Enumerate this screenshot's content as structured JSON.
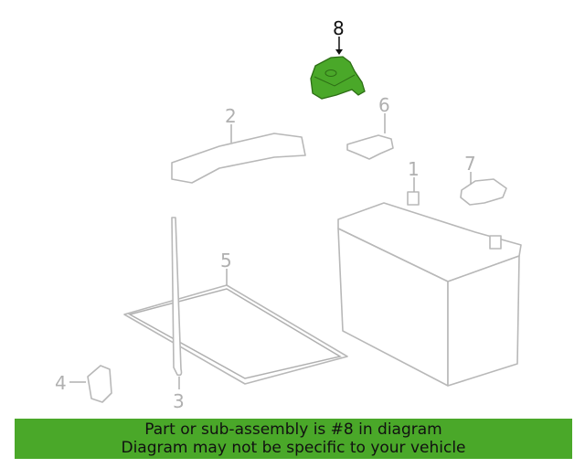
{
  "diagram": {
    "callouts": [
      {
        "number": "1",
        "selected": false
      },
      {
        "number": "2",
        "selected": false
      },
      {
        "number": "3",
        "selected": false
      },
      {
        "number": "4",
        "selected": false
      },
      {
        "number": "5",
        "selected": false
      },
      {
        "number": "6",
        "selected": false
      },
      {
        "number": "7",
        "selected": false
      },
      {
        "number": "8",
        "selected": true
      }
    ],
    "highlight_color": "#4aa829"
  },
  "banner": {
    "line1": "Part or sub-assembly is #8 in diagram",
    "line2": "Diagram may not be specific to your vehicle"
  }
}
